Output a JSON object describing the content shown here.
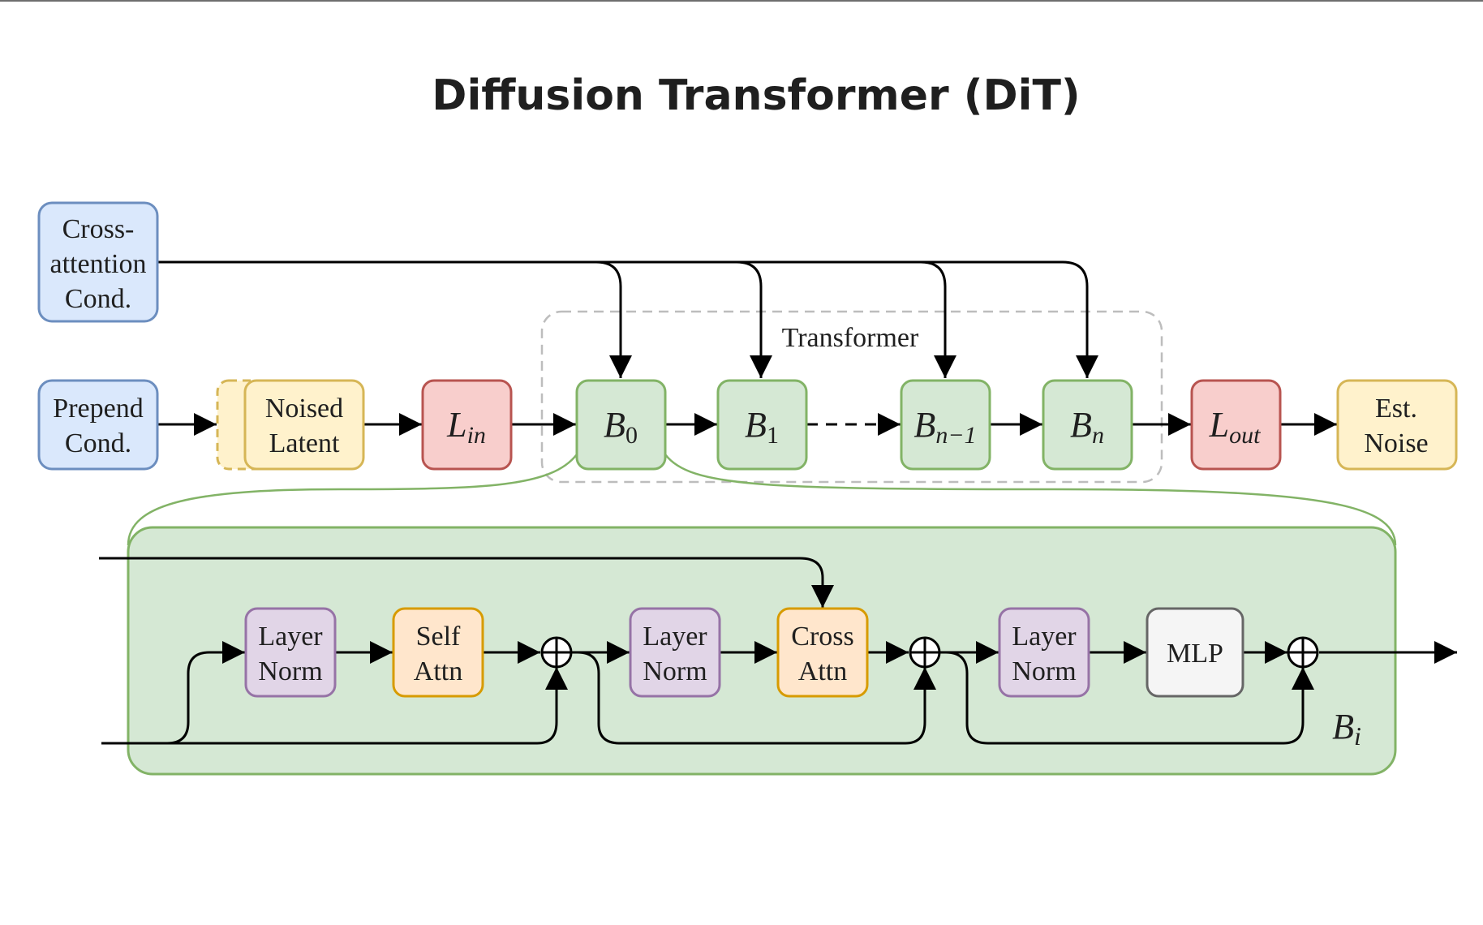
{
  "title": "Diffusion Transformer (DiT)",
  "inputs": {
    "cross_attention_cond": [
      "Cross-",
      "attention",
      "Cond."
    ],
    "prepend_cond": [
      "Prepend",
      "Cond."
    ],
    "noised_latent": [
      "Noised",
      "Latent"
    ]
  },
  "transformer_group_label": "Transformer",
  "linear_in": {
    "base": "L",
    "sub": "in"
  },
  "linear_out": {
    "base": "L",
    "sub": "out"
  },
  "blocks": [
    {
      "base": "B",
      "sub": "0"
    },
    {
      "base": "B",
      "sub": "1"
    },
    {
      "base": "B",
      "sub": "n−1"
    },
    {
      "base": "B",
      "sub": "n"
    }
  ],
  "output": [
    "Est.",
    "Noise"
  ],
  "block_detail": {
    "label": {
      "base": "B",
      "sub": "i"
    },
    "layer_norm": [
      "Layer",
      "Norm"
    ],
    "self_attn": [
      "Self",
      "Attn"
    ],
    "cross_attn": [
      "Cross",
      "Attn"
    ],
    "mlp": "MLP"
  },
  "colors": {
    "cond_blue": "#dae8fc",
    "cond_blue_border": "#6c8ebf",
    "latent_yellow": "#fff2cc",
    "latent_yellow_border": "#d6b656",
    "linear_red": "#f8cecc",
    "linear_red_border": "#b85450",
    "block_green": "#d5e8d4",
    "block_green_border": "#82b366",
    "norm_purple": "#e1d5e7",
    "norm_purple_border": "#9673a6",
    "attn_orange": "#ffe6cc",
    "attn_orange_border": "#d79b00",
    "mlp_gray": "#f5f5f5",
    "mlp_gray_border": "#666666"
  }
}
